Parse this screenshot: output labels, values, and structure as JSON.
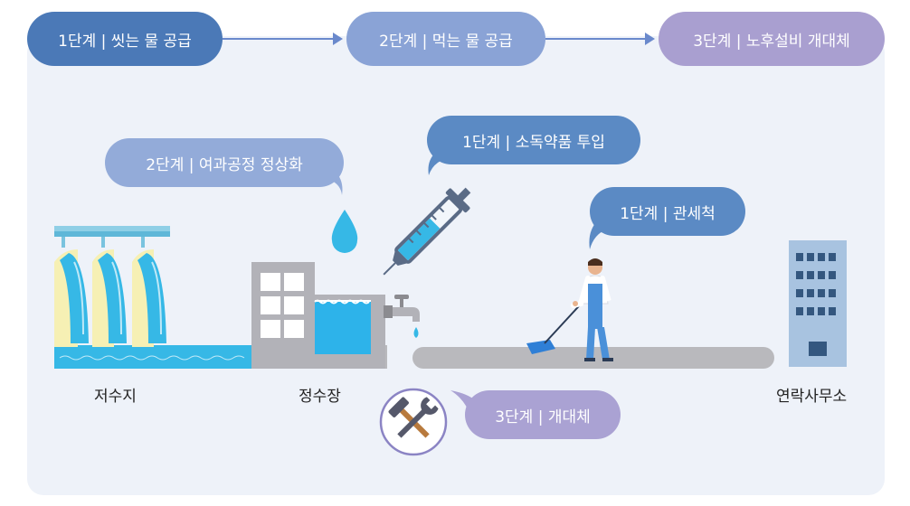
{
  "stages": [
    {
      "label": "1단계 | 씻는 물 공급",
      "color": "#4b79b7"
    },
    {
      "label": "2단계 | 먹는 물 공급",
      "color": "#8aa3d6"
    },
    {
      "label": "3단계 | 노후설비 개대체",
      "color": "#a99fd0"
    }
  ],
  "callouts": {
    "filtration": {
      "label": "2단계 | 여과공정 정상화",
      "color": "#93abd9"
    },
    "disinfectant": {
      "label": "1단계 | 소독약품 투입",
      "color": "#5b8ac4"
    },
    "pipe_cleaning": {
      "label": "1단계 | 관세척",
      "color": "#5b8ac4"
    },
    "replacement": {
      "label": "3단계 | 개대체",
      "color": "#aaa2d3"
    }
  },
  "places": {
    "reservoir": "저수지",
    "water_plant": "정수장",
    "office": "연락사무소"
  },
  "colors": {
    "panel_bg": "#eef2f9",
    "water": "#36b8e6",
    "pipe": "#b9b9bd",
    "building": "#a8c3e0",
    "dam": "#f6f0b4"
  },
  "icons": {
    "syringe": "syringe-icon",
    "droplet": "water-drop-icon",
    "faucet": "faucet-icon",
    "worker": "worker-icon",
    "tools": "hammer-wrench-icon",
    "dam": "dam-icon",
    "plant": "water-plant-icon",
    "office": "office-building-icon"
  }
}
